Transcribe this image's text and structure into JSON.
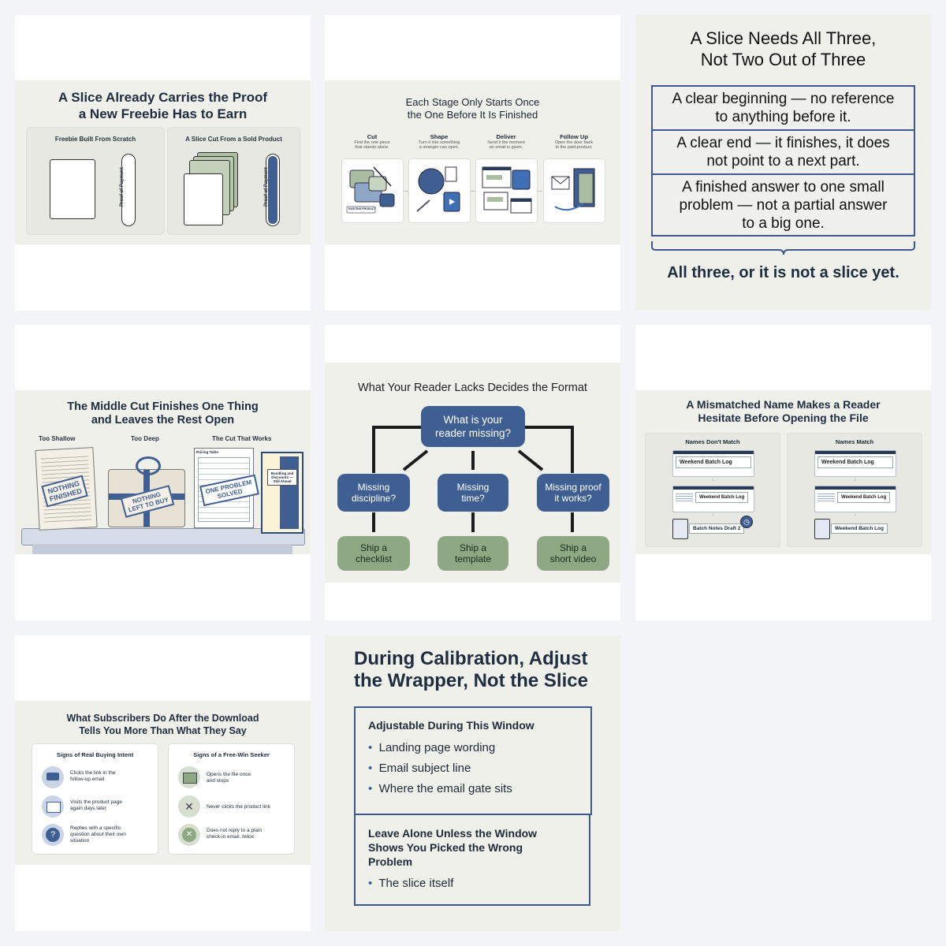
{
  "slide1": {
    "title_l1": "A Slice Already Carries the Proof",
    "title_l2": "a New Freebie Has to Earn",
    "left_heading": "Freebie Built From Scratch",
    "right_heading": "A Slice Cut From a Sold Product",
    "proof_label": "Proof of Payment"
  },
  "slide2": {
    "title_l1": "Each Stage Only Starts Once",
    "title_l2": "the One Before It Is Finished",
    "stages": [
      {
        "name": "Cut",
        "desc1": "Find the one piece",
        "desc2": "that stands alone."
      },
      {
        "name": "Shape",
        "desc1": "Turn it into something",
        "desc2": "a stranger can open."
      },
      {
        "name": "Deliver",
        "desc1": "Send it the moment",
        "desc2": "an email is given."
      },
      {
        "name": "Follow Up",
        "desc1": "Open the door back",
        "desc2": "to the paid product."
      }
    ],
    "existing_product": "EXISTING PRODUCT"
  },
  "slide3": {
    "title_l1": "A Slice Needs All Three,",
    "title_l2": "Not Two Out of Three",
    "items": [
      {
        "l1": "A clear beginning — no reference",
        "l2": "to anything before it.",
        "l3": ""
      },
      {
        "l1": "A clear end — it finishes, it does",
        "l2": "not point to a next part.",
        "l3": ""
      },
      {
        "l1": "A finished answer to one small",
        "l2": "problem — not a partial answer",
        "l3": "to a big one."
      }
    ],
    "conclusion": "All three, or it is not a slice yet."
  },
  "slide4": {
    "title_l1": "The Middle Cut Finishes One Thing",
    "title_l2": "and Leaves the Rest Open",
    "col1": "Too Shallow",
    "col2": "Too Deep",
    "col3": "The Cut That Works",
    "stamp1_l1": "NOTHING",
    "stamp1_l2": "FINISHED",
    "stamp2_l1": "NOTHING",
    "stamp2_l2": "LEFT TO BUY",
    "stamp3_l1": "ONE PROBLEM",
    "stamp3_l2": "SOLVED",
    "pricing_table": "Pricing Table",
    "door_sign_l1": "Bundling and",
    "door_sign_l2": "Discounts —",
    "door_sign_l3": "Still Ahead"
  },
  "slide5": {
    "title": "What Your Reader Lacks Decides the Format",
    "root_l1": "What is your",
    "root_l2": "reader missing?",
    "branches": [
      {
        "q1": "Missing",
        "q2": "discipline?",
        "a1": "Ship a",
        "a2": "checklist"
      },
      {
        "q1": "Missing",
        "q2": "time?",
        "a1": "Ship a",
        "a2": "template"
      },
      {
        "q1": "Missing proof",
        "q2": "it works?",
        "a1": "Ship a",
        "a2": "short video"
      }
    ]
  },
  "slide6": {
    "title_l1": "A Mismatched Name Makes a Reader",
    "title_l2": "Hesitate Before Opening the File",
    "left_heading": "Names Don't Match",
    "right_heading": "Names Match",
    "page_title": "Weekend Batch Log",
    "email_title": "Weekend Batch Log",
    "file_left": "Batch Notes Draft 2",
    "file_right": "Weekend Batch Log"
  },
  "slide7": {
    "title_l1": "What Subscribers Do After the Download",
    "title_l2": "Tells You More Than What They Say",
    "left_heading": "Signs of Real Buying Intent",
    "right_heading": "Signs of a Free-Win Seeker",
    "left_items": [
      {
        "l1": "Clicks the link in the",
        "l2": "follow-up email",
        "l3": ""
      },
      {
        "l1": "Visits the product page",
        "l2": "again days later",
        "l3": ""
      },
      {
        "l1": "Replies with a specific",
        "l2": "question about their own",
        "l3": "situation"
      }
    ],
    "right_items": [
      {
        "l1": "Opens the file once",
        "l2": "and stops"
      },
      {
        "l1": "Never clicks the product link",
        "l2": ""
      },
      {
        "l1": "Does not reply to a plain",
        "l2": "check-in email, twice"
      }
    ]
  },
  "slide8": {
    "title_l1": "During Calibration, Adjust",
    "title_l2": "the Wrapper, Not the Slice",
    "box1_heading": "Adjustable During This Window",
    "box1_items": [
      "Landing page wording",
      "Email subject line",
      "Where the email gate sits"
    ],
    "box2_heading_l1": "Leave Alone Unless the Window",
    "box2_heading_l2": "Shows You Picked the Wrong",
    "box2_heading_l3": "Problem",
    "box2_items": [
      "The slice itself"
    ]
  }
}
